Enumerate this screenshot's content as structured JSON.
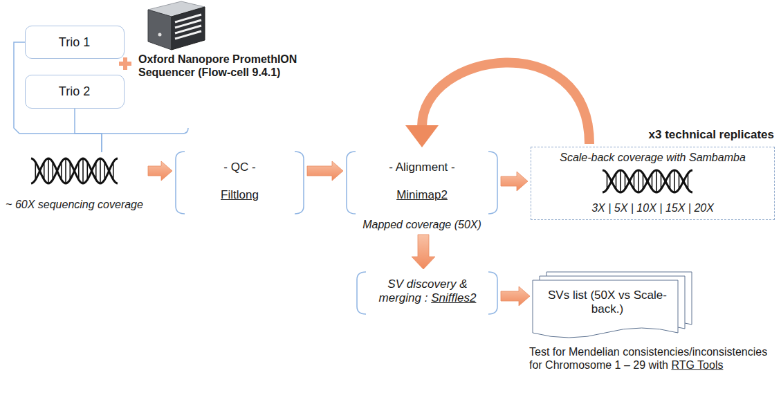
{
  "diagram": {
    "nodes": [
      {
        "text": [
          "Trio 1"
        ]
      },
      {
        "text": [
          "Trio 2"
        ]
      },
      {
        "text": [
          "~ 60X sequencing coverage"
        ]
      },
      {
        "text": [
          "- QC -",
          "Filtlong"
        ]
      },
      {
        "text": [
          "- Alignment -",
          "Minimap2",
          "Mapped coverage (50X)"
        ]
      },
      {
        "text": [
          "Scale-back coverage with Sambamba",
          "3X | 5X | 10X | 15X | 20X",
          "x3 technical replicates"
        ]
      },
      {
        "text": [
          "SV discovery & merging :",
          "Sniffles2"
        ]
      },
      {
        "text": [
          "SVs list (50X vs Scale-back.)",
          "Test for Mendelian consistencies/inconsistencies for Chromosome 1 – 29 with",
          "RTG Tools"
        ]
      }
    ],
    "edges": [
      {
        "from": 0,
        "to": 2,
        "arrow": "none"
      },
      {
        "from": 1,
        "to": 2,
        "arrow": "none"
      },
      {
        "from": 2,
        "to": 3,
        "arrow": "to"
      },
      {
        "from": 3,
        "to": 4,
        "arrow": "to"
      },
      {
        "from": 4,
        "to": 5,
        "arrow": "to"
      },
      {
        "from": 5,
        "to": 4,
        "arrow": "to"
      },
      {
        "from": 4,
        "to": 6,
        "arrow": "to"
      },
      {
        "from": 6,
        "to": 7,
        "arrow": "to"
      }
    ],
    "labels": [
      "Oxford Nanopore PromethION Sequencer (Flow-cell 9.4.1)"
    ]
  }
}
